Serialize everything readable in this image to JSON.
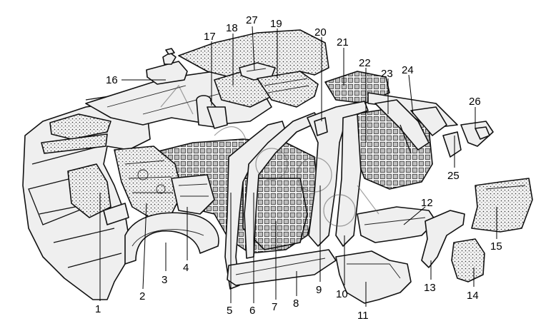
{
  "diagram": {
    "callouts": [
      {
        "id": "c1",
        "label": "1"
      },
      {
        "id": "c2",
        "label": "2"
      },
      {
        "id": "c3",
        "label": "3"
      },
      {
        "id": "c4",
        "label": "4"
      },
      {
        "id": "c5",
        "label": "5"
      },
      {
        "id": "c6",
        "label": "6"
      },
      {
        "id": "c7",
        "label": "7"
      },
      {
        "id": "c8",
        "label": "8"
      },
      {
        "id": "c9",
        "label": "9"
      },
      {
        "id": "c10",
        "label": "10"
      },
      {
        "id": "c11",
        "label": "11"
      },
      {
        "id": "c12",
        "label": "12"
      },
      {
        "id": "c13",
        "label": "13"
      },
      {
        "id": "c14",
        "label": "14"
      },
      {
        "id": "c15",
        "label": "15"
      },
      {
        "id": "c16",
        "label": "16"
      },
      {
        "id": "c17",
        "label": "17"
      },
      {
        "id": "c18",
        "label": "18"
      },
      {
        "id": "c19",
        "label": "19"
      },
      {
        "id": "c20",
        "label": "20"
      },
      {
        "id": "c21",
        "label": "21"
      },
      {
        "id": "c22",
        "label": "22"
      },
      {
        "id": "c23",
        "label": "23"
      },
      {
        "id": "c24",
        "label": "24"
      },
      {
        "id": "c25",
        "label": "25"
      },
      {
        "id": "c26",
        "label": "26"
      },
      {
        "id": "c27",
        "label": "27"
      }
    ]
  }
}
